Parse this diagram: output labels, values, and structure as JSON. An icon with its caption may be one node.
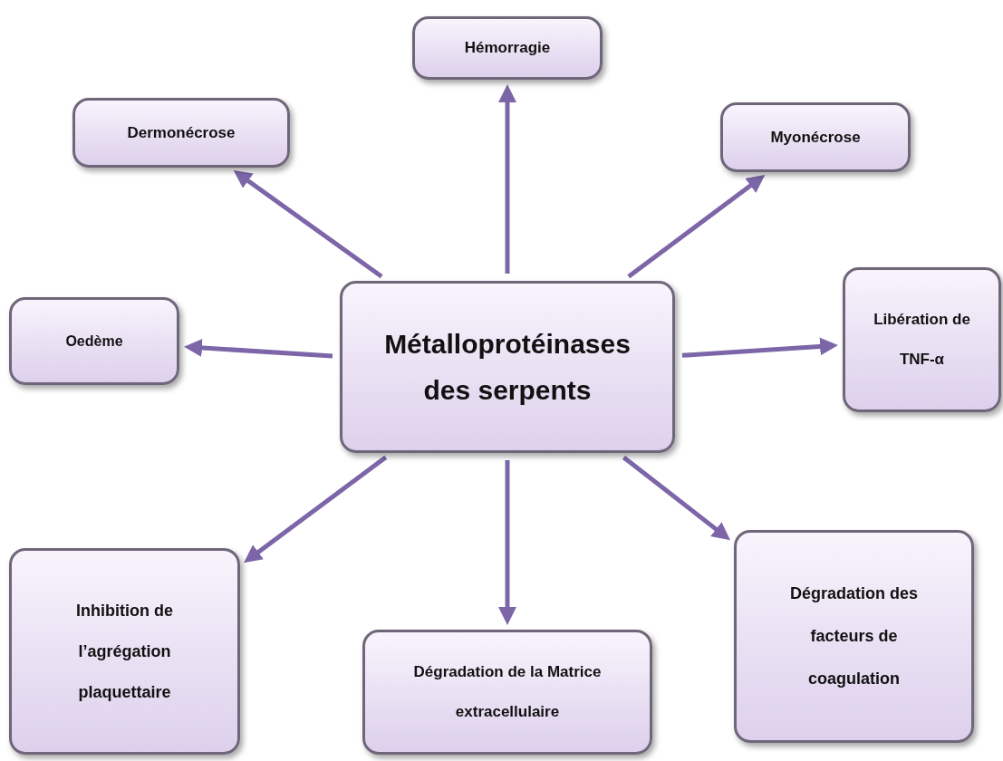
{
  "diagram": {
    "nodes": [
      {
        "text": [
          "Métalloprotéinases des serpents"
        ]
      },
      {
        "text": [
          "Hémorragie"
        ]
      },
      {
        "text": [
          "Dermonécrose"
        ]
      },
      {
        "text": [
          "Myonécrose"
        ]
      },
      {
        "text": [
          "Oedème"
        ]
      },
      {
        "text": [
          "Libération de TNF-α"
        ]
      },
      {
        "text": [
          "Inhibition de l’agrégation plaquettaire"
        ]
      },
      {
        "text": [
          "Dégradation de la Matrice extracellulaire"
        ]
      },
      {
        "text": [
          "Dégradation des facteurs de coagulation"
        ]
      }
    ],
    "edges": [
      {
        "from": 0,
        "to": 1,
        "arrow": "to"
      },
      {
        "from": 0,
        "to": 2,
        "arrow": "to"
      },
      {
        "from": 0,
        "to": 3,
        "arrow": "to"
      },
      {
        "from": 0,
        "to": 4,
        "arrow": "to"
      },
      {
        "from": 0,
        "to": 5,
        "arrow": "to"
      },
      {
        "from": 0,
        "to": 6,
        "arrow": "to"
      },
      {
        "from": 0,
        "to": 7,
        "arrow": "to"
      },
      {
        "from": 0,
        "to": 8,
        "arrow": "to"
      }
    ]
  }
}
